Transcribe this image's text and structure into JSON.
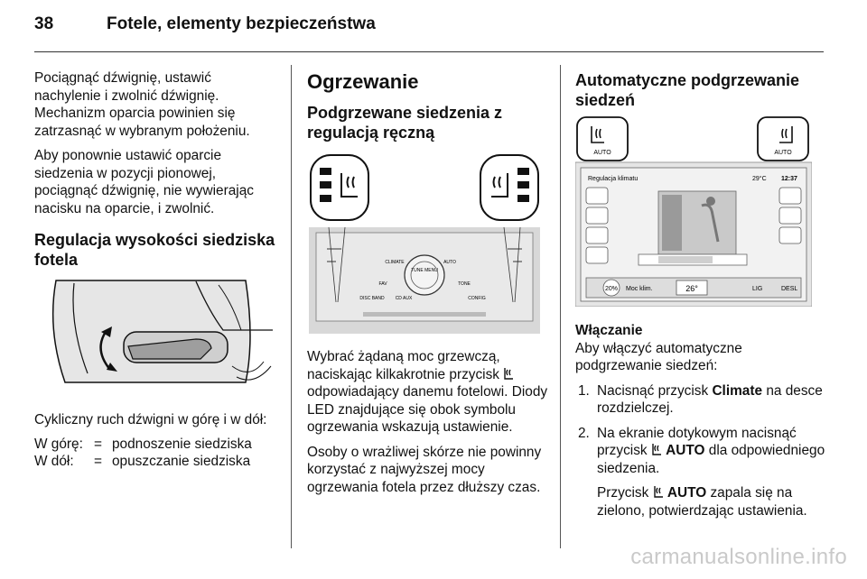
{
  "header": {
    "page_number": "38",
    "title": "Fotele, elementy bezpieczeństwa"
  },
  "left": {
    "p1": "Pociągnąć dźwignię, ustawić nachylenie i zwolnić dźwignię. Mechanizm oparcia powinien się zatrzasnąć w wybranym położeniu.",
    "p2": "Aby ponownie ustawić oparcie siedzenia w pozycji pionowej, pociągnąć dźwignię, nie wywierając nacisku na oparcie, i zwolnić.",
    "heading": "Regulacja wysokości siedziska fotela",
    "caption": "Cykliczny ruch dźwigni w górę i w dół:",
    "rows": [
      {
        "k": "W górę:",
        "eq": "=",
        "v": "podnoszenie siedziska"
      },
      {
        "k": "W dół:",
        "eq": "=",
        "v": "opuszczanie siedziska"
      }
    ]
  },
  "middle": {
    "heading": "Ogrzewanie",
    "subheading": "Podgrzewane siedzenia z regulacją ręczną",
    "p1_a": "Wybrać żądaną moc grzewczą, naciskając kilkakrotnie przycisk",
    "p1_b": "odpowiadający danemu fotelowi. Diody LED znajdujące się obok symbolu ogrzewania wskazują ustawienie.",
    "p2": "Osoby o wrażliwej skórze nie powinny korzystać z najwyższej mocy ogrzewania fotela przez dłuższy czas.",
    "panel": {
      "climate": "CLIMATE",
      "auto": "AUTO",
      "tune": "TUNE MENU",
      "fav": "FAV",
      "tone": "TONE",
      "config": "CONFIG",
      "disc": "DISC BAND",
      "cd": "CD AUX"
    }
  },
  "right": {
    "heading": "Automatyczne podgrzewanie siedzeń",
    "screen": {
      "title": "Regulacja klimatu",
      "temp": "29°C",
      "time": "12:37",
      "power": "20%",
      "power_label": "Moc klim.",
      "set_temp": "26°",
      "lig": "LIG",
      "desl": "DESL",
      "auto": "AUTO"
    },
    "sub": "Włączanie",
    "intro": "Aby włączyć automatyczne podgrzewanie siedzeń:",
    "s1_a": "Nacisnąć przycisk",
    "s1_b": "Climate",
    "s1_c": "na desce rozdzielczej.",
    "s2_a": "Na ekranie dotykowym nacisnąć przycisk",
    "s2_b": "AUTO",
    "s2_c": "dla odpowiedniego siedzenia.",
    "s3_a": "Przycisk",
    "s3_b": "AUTO",
    "s3_c": "zapala się na zielono, potwierdzając ustawienia."
  },
  "watermark": "carmanualsonline.info"
}
